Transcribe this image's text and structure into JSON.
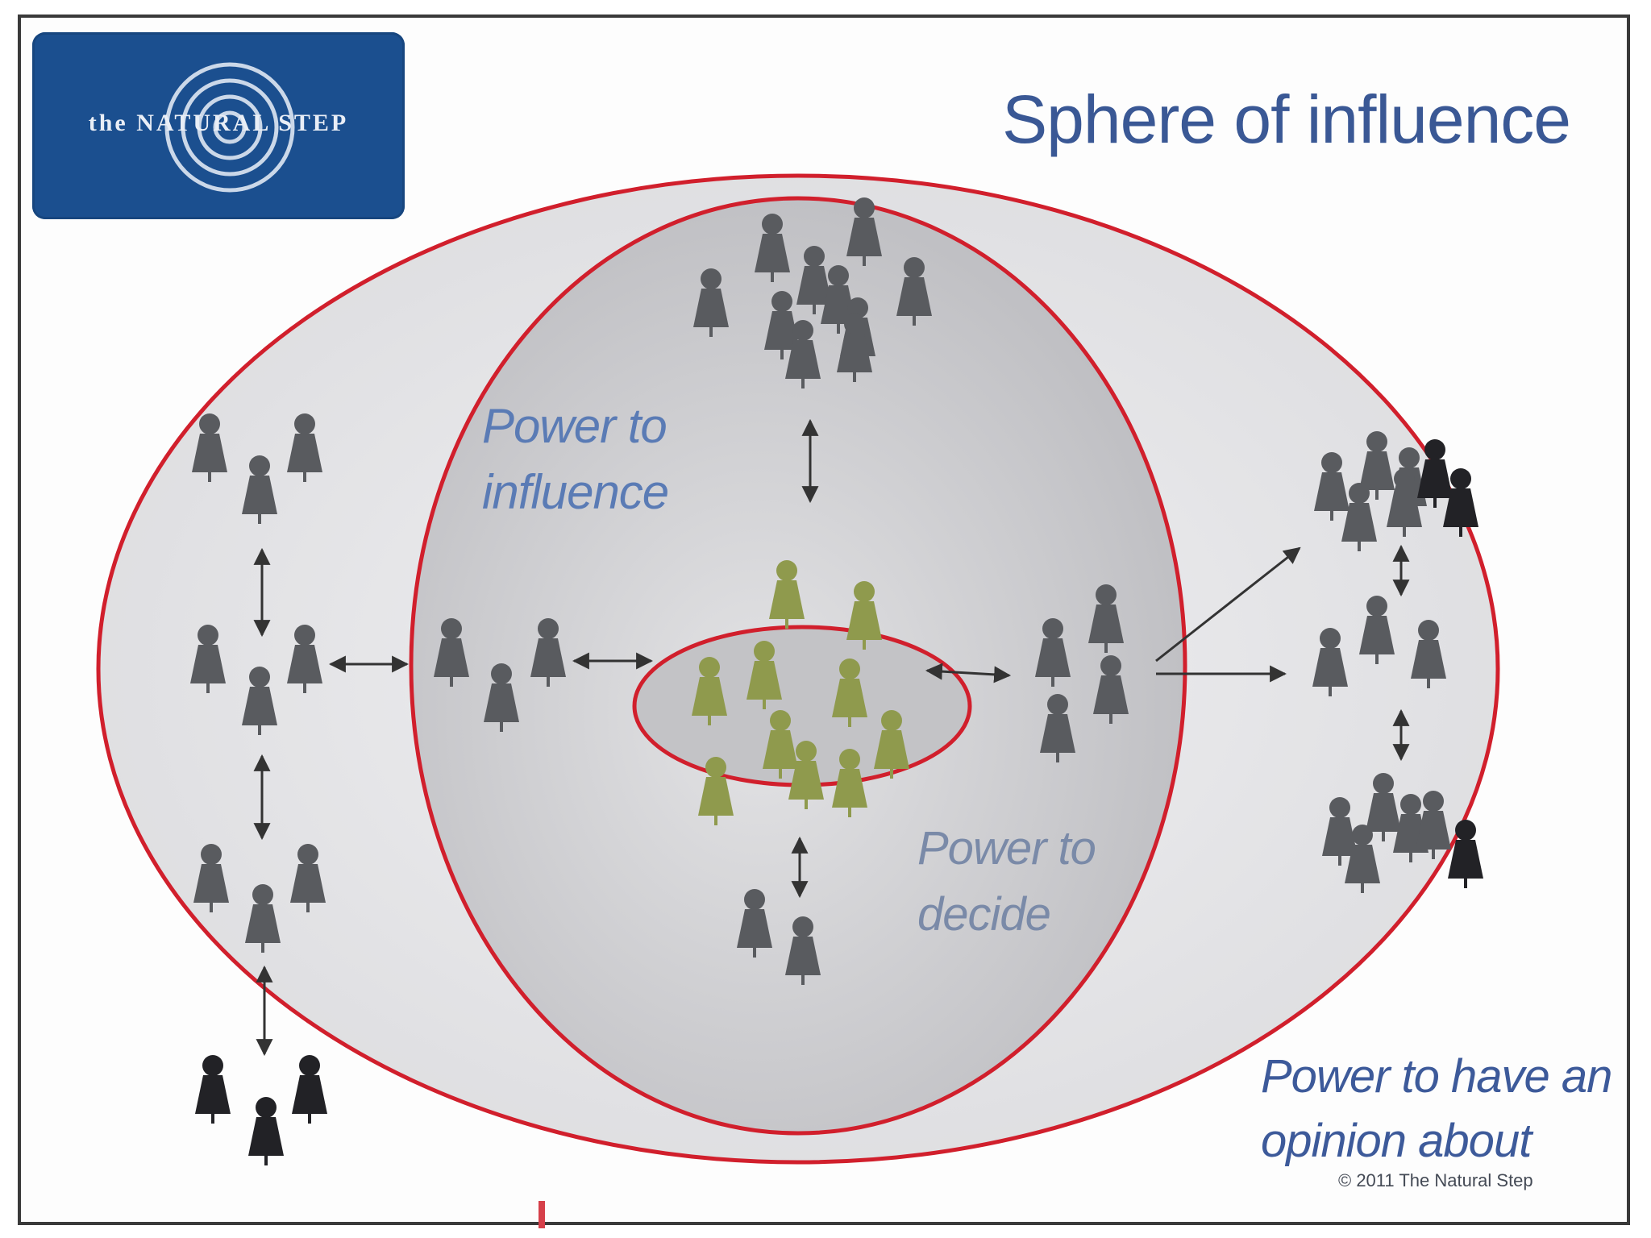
{
  "logo": {
    "text": "the NATURAL STEP",
    "color": "#1b4f8f"
  },
  "title": "Sphere of influence",
  "labels": {
    "influence": "Power to influence",
    "decide": "Power to decide",
    "opinion": "Power to have an opinion about"
  },
  "copyright": "© 2011 The Natural Step",
  "colors": {
    "ellipse_outline": "#d11f2c",
    "outer_fill": "#e8e8ea",
    "inner_fill": "#cfcfd2",
    "person_gray": "#595b5f",
    "person_dark": "#222226",
    "person_green": "#8f9a4d"
  }
}
